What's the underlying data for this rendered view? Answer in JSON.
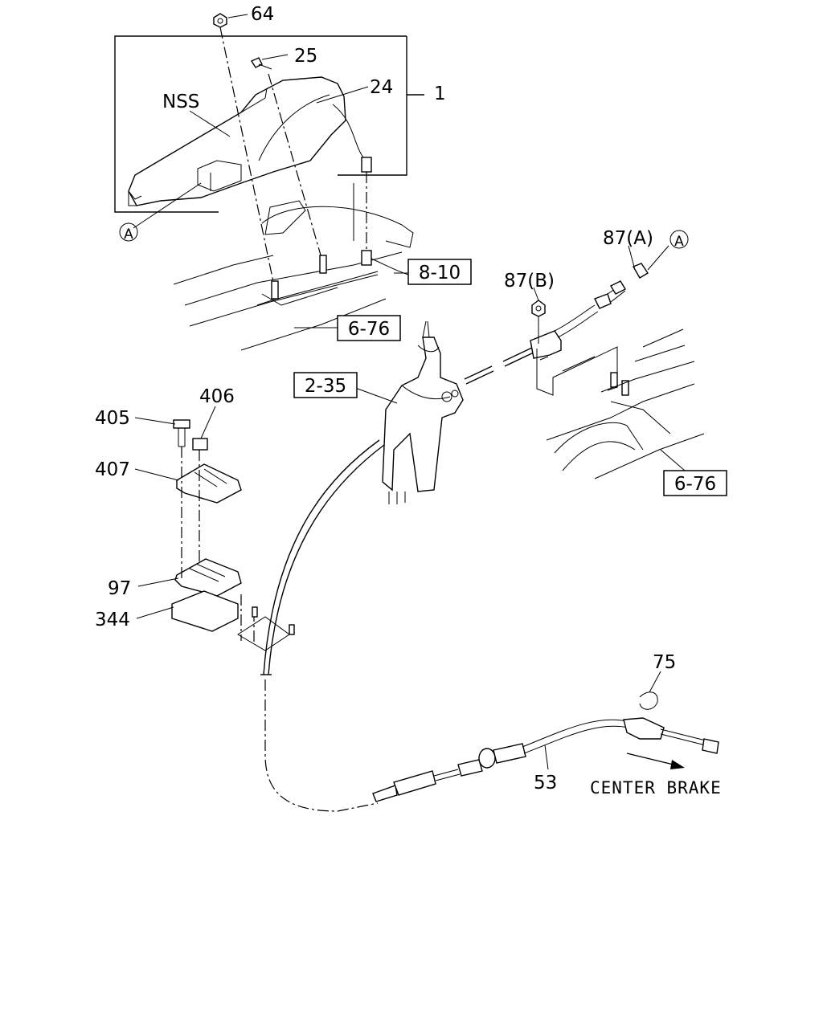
{
  "callouts": {
    "c64": "64",
    "c25": "25",
    "c24": "24",
    "c1": "1",
    "nss": "NSS",
    "a_top": "A",
    "c87a": "87(A)",
    "a_right": "A",
    "c87b": "87(B)",
    "c405": "405",
    "c406": "406",
    "c407": "407",
    "c97": "97",
    "c344": "344",
    "c75": "75",
    "c53": "53"
  },
  "references": {
    "r810": "8-10",
    "r676_top": "6-76",
    "r235": "2-35",
    "r676_right": "6-76"
  },
  "caption": {
    "center_brake": "CENTER BRAKE"
  }
}
